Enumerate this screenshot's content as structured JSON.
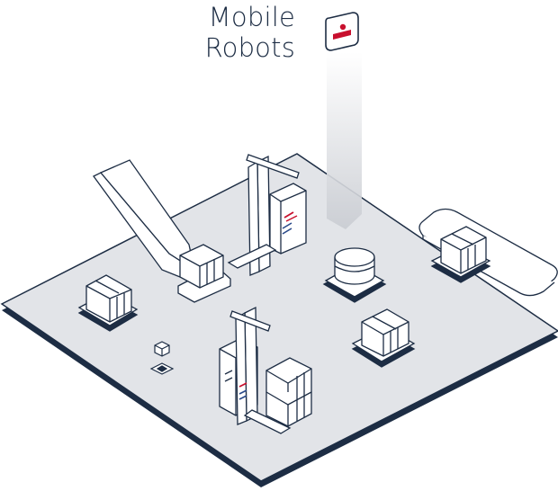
{
  "title": {
    "line1": "Mobile",
    "line2": "Robots"
  },
  "icon": {
    "name": "mobile-robot-icon"
  },
  "colors": {
    "floor": "#e2e4e8",
    "floor_edge": "#1d2d44",
    "outline": "#1d2d44",
    "accent_red": "#c8102e",
    "accent_blue": "#2a4a8a",
    "beam": "#d4d7dc"
  },
  "robots": [
    {
      "name": "robotic-arm-with-crate"
    },
    {
      "name": "autonomous-forklift-rear"
    },
    {
      "name": "autonomous-forklift-front"
    },
    {
      "name": "cylindrical-load-robot"
    },
    {
      "name": "crate-robot-left"
    },
    {
      "name": "crate-robot-right"
    },
    {
      "name": "crate-robot-on-conveyor"
    },
    {
      "name": "small-package-marker"
    }
  ]
}
